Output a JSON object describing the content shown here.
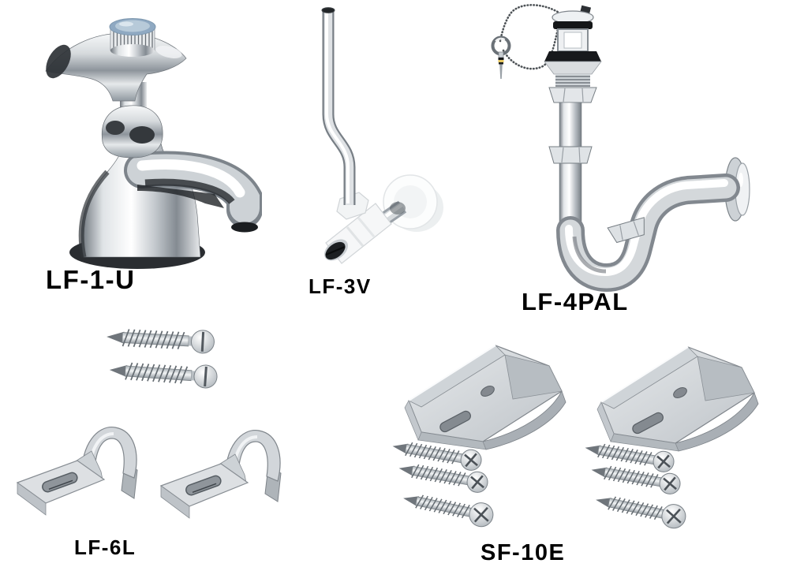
{
  "page": {
    "background_color": "#ffffff"
  },
  "products": [
    {
      "id": "lf-1-u",
      "label": "LF-1-U",
      "image": "faucet-illustration"
    },
    {
      "id": "lf-3v",
      "label": "LF-3V",
      "image": "supply-pipe-stop-valve-illustration"
    },
    {
      "id": "lf-4pal",
      "label": "LF-4PAL",
      "image": "p-trap-popup-drain-illustration"
    },
    {
      "id": "lf-6l",
      "label": "LF-6L",
      "image": "wave-brackets-with-screws-illustration"
    },
    {
      "id": "sf-10e",
      "label": "SF-10E",
      "image": "wedge-brackets-with-screws-illustration"
    }
  ],
  "colors": {
    "background": "#ffffff",
    "label_text": "#000000",
    "chrome_light": "#ffffff",
    "chrome_mid": "#c3c8cd",
    "chrome_dark": "#6e757c",
    "rubber_black": "#141618",
    "handle_cap_blue": "#9db6cc",
    "brass_yellow": "#e7c75f",
    "zinc_gray": "#d6dadd"
  }
}
